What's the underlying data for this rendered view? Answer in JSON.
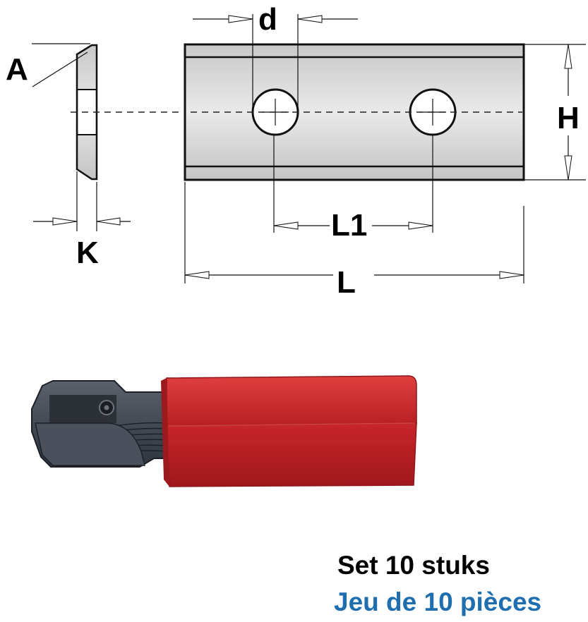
{
  "labels": {
    "angle": "A",
    "thickness": "K",
    "hole_diameter": "d",
    "height": "H",
    "hole_spacing": "L1",
    "length": "L"
  },
  "captions": {
    "nl": "Set 10 stuks",
    "fr": "Jeu de 10 pièces"
  },
  "colors": {
    "caption_fr": "#1f6fb0",
    "case": "#c8262a",
    "holder": "#3e4550"
  }
}
